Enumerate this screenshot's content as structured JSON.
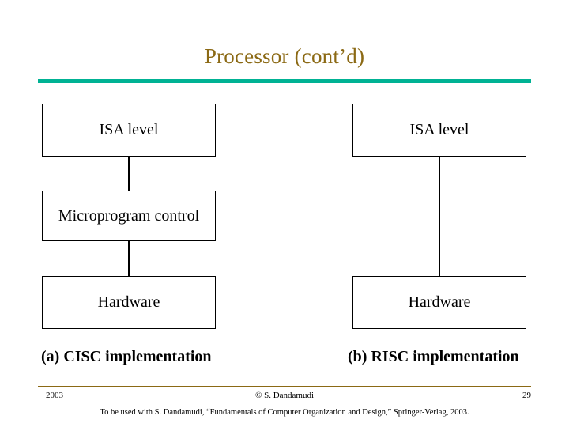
{
  "slide": {
    "title": "Processor (cont’d)",
    "accent_color": "#00B294",
    "title_color": "#8B6914"
  },
  "diagram": {
    "left": {
      "boxes": [
        {
          "label": "ISA level"
        },
        {
          "label": "Microprogram control"
        },
        {
          "label": "Hardware"
        }
      ],
      "caption": "(a) CISC implementation"
    },
    "right": {
      "boxes": [
        {
          "label": "ISA level"
        },
        {
          "label": "Hardware"
        }
      ],
      "caption": "(b) RISC implementation"
    }
  },
  "footer": {
    "year": "2003",
    "center": "© S. Dandamudi",
    "page": "29",
    "note": "To be used with S. Dandamudi, “Fundamentals of Computer Organization and Design,” Springer-Verlag, 2003."
  }
}
